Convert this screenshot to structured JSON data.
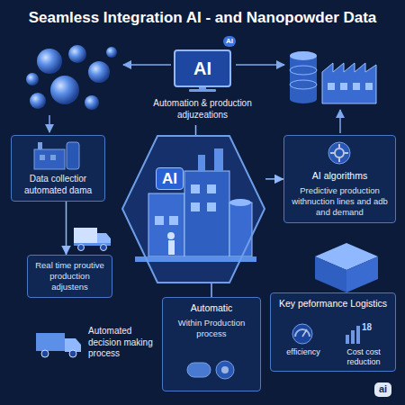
{
  "diagram": {
    "title": "Seamless Integration AI - and Nanopowder Data",
    "nodes": [
      {
        "text": [
          "AI",
          "Automation & production adjuzeations"
        ]
      },
      {
        "text": [
          "Data collectior automated dama"
        ]
      },
      {
        "text": [
          "AI algorithms",
          "Predictive production withnuction lines and adb and demand"
        ]
      },
      {
        "text": [
          "Real time proutive production adjustens"
        ]
      },
      {
        "text": [
          "AI"
        ]
      },
      {
        "text": [
          "Automatic",
          "Within Production process"
        ]
      },
      {
        "text": [
          "Key peformance Logistics"
        ]
      },
      {
        "text": [
          "efficiency"
        ],
        "in": 6
      },
      {
        "text": [
          "Cost cost reduction"
        ],
        "in": 6
      }
    ],
    "edges": [
      {
        "from": 0,
        "to": 4,
        "arrow": "none"
      },
      {
        "from": 4,
        "to": 2,
        "arrow": "to"
      },
      {
        "from": 1,
        "to": 3,
        "arrow": "to"
      },
      {
        "from": 4,
        "to": 5,
        "arrow": "none"
      }
    ],
    "labels": [
      "AI",
      "Automated decision making process",
      "18",
      "ai"
    ]
  }
}
